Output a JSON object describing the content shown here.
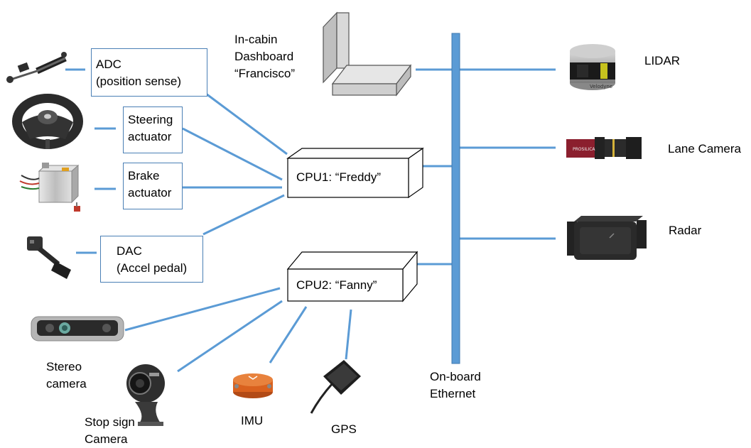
{
  "colors": {
    "link": "#5b9bd5",
    "bus": "#5b9bd5",
    "box_border": "#4a7fb5"
  },
  "boxes": {
    "adc": "ADC\n(position sense)",
    "steering": "Steering\nactuator",
    "brake": "Brake\nactuator",
    "dac": "DAC\n(Accel pedal)"
  },
  "cpus": {
    "cpu1": "CPU1: “Freddy”",
    "cpu2": "CPU2: “Fanny”"
  },
  "labels": {
    "dashboard": "In-cabin\nDashboard\n“Francisco”",
    "lidar": "LIDAR",
    "lane_camera": "Lane Camera",
    "radar": "Radar",
    "ethernet": "On-board\nEthernet",
    "stereo": "Stereo\ncamera",
    "stop_sign": "Stop sign\nCamera",
    "imu": "IMU",
    "gps": "GPS"
  },
  "device_brands": {
    "lidar": "Velodyne",
    "lane_camera": "PROSILICA"
  },
  "icons": [
    "linear-actuator-icon",
    "steering-wheel-icon",
    "brake-actuator-icon",
    "accel-pedal-icon",
    "stereo-camera-icon",
    "webcam-icon",
    "imu-icon",
    "gps-antenna-icon",
    "lidar-icon",
    "lane-camera-icon",
    "radar-icon",
    "dashboard-icon"
  ]
}
